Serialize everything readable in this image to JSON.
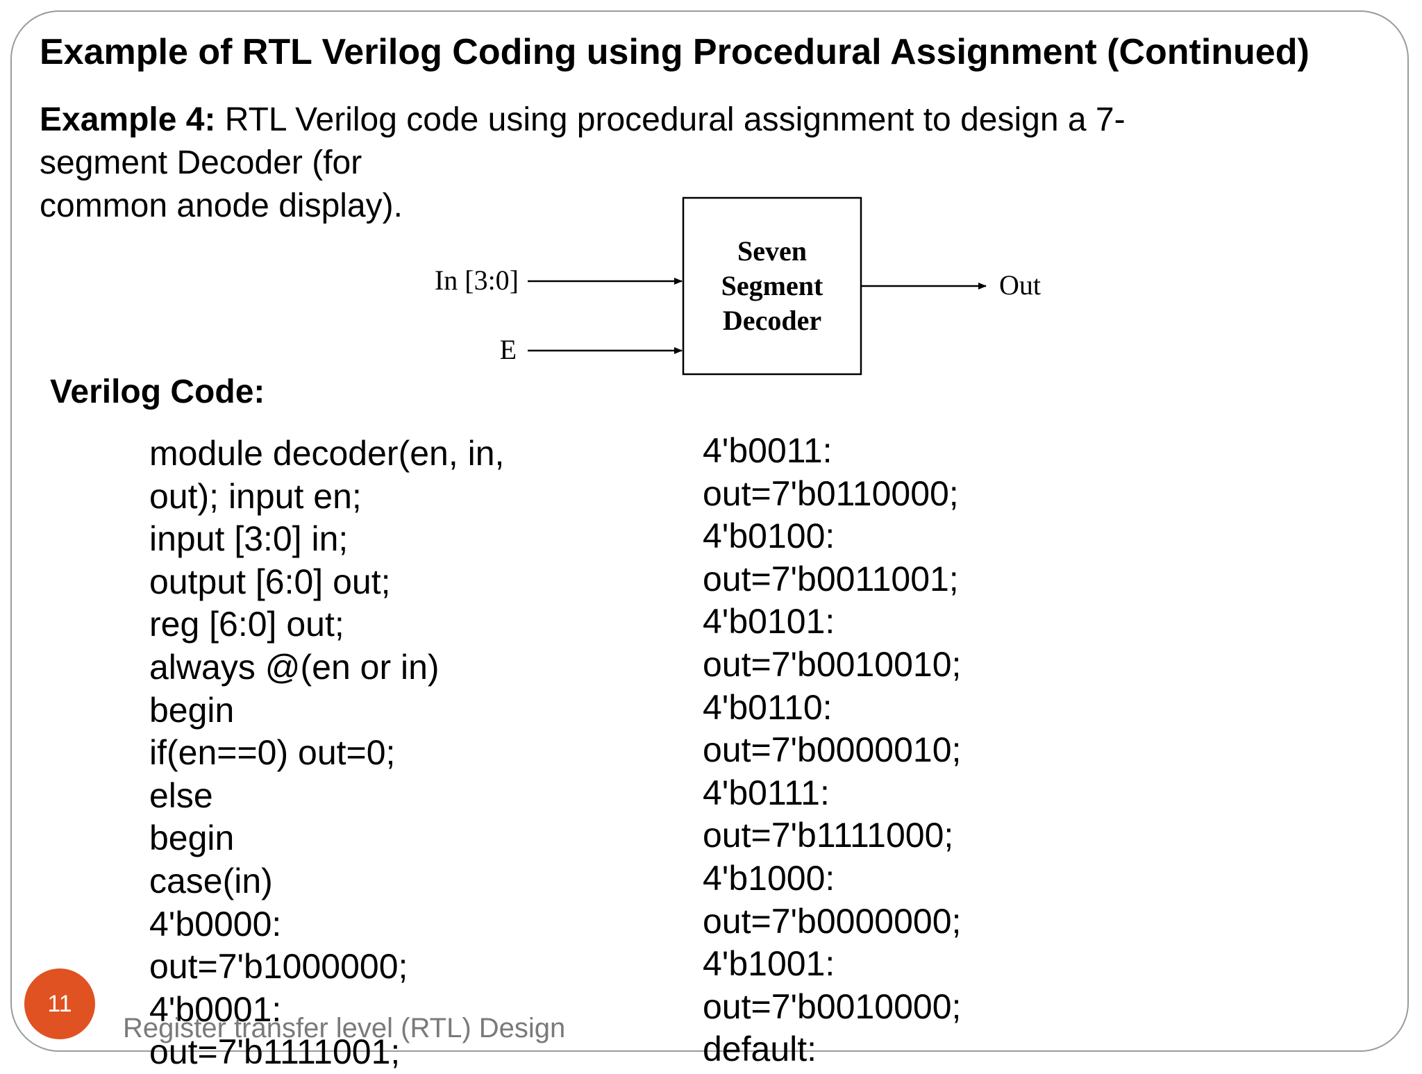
{
  "slide": {
    "title": "Example of RTL Verilog Coding using Procedural Assignment (Continued)",
    "intro_lead": "Example 4:",
    "intro_line1": " RTL Verilog code using procedural assignment to design a 7-",
    "intro_line2": "segment Decoder (for",
    "intro_line3": "common anode display).",
    "code_heading": "Verilog Code:",
    "page_number": "11",
    "footer": "Register transfer level (RTL) Design"
  },
  "diagram": {
    "input_in_label": "In [3:0]",
    "input_e_label": "E",
    "box_line1": "Seven",
    "box_line2": "Segment",
    "box_line3": "Decoder",
    "output_label": "Out"
  },
  "code": {
    "left": [
      "module decoder(en, in,",
      "out);  input en;",
      "input [3:0] in;",
      "output [6:0] out;",
      "reg [6:0] out;",
      "always @(en or in)",
      "begin",
      "if(en==0) out=0;",
      "else",
      "begin",
      "case(in)",
      "4'b0000:",
      "out=7'b1000000;",
      "4'b0001:",
      "out=7'b1111001;"
    ],
    "right": [
      "4'b0011:",
      "out=7'b0110000;",
      "4'b0100:",
      "out=7'b0011001;",
      "4'b0101:",
      "out=7'b0010010;",
      "4'b0110:",
      "out=7'b0000010;",
      "4'b0111:",
      "out=7'b1111000;",
      "4'b1000:",
      "out=7'b0000000;",
      "4'b1001:",
      "out=7'b0010000;",
      "default:"
    ]
  }
}
